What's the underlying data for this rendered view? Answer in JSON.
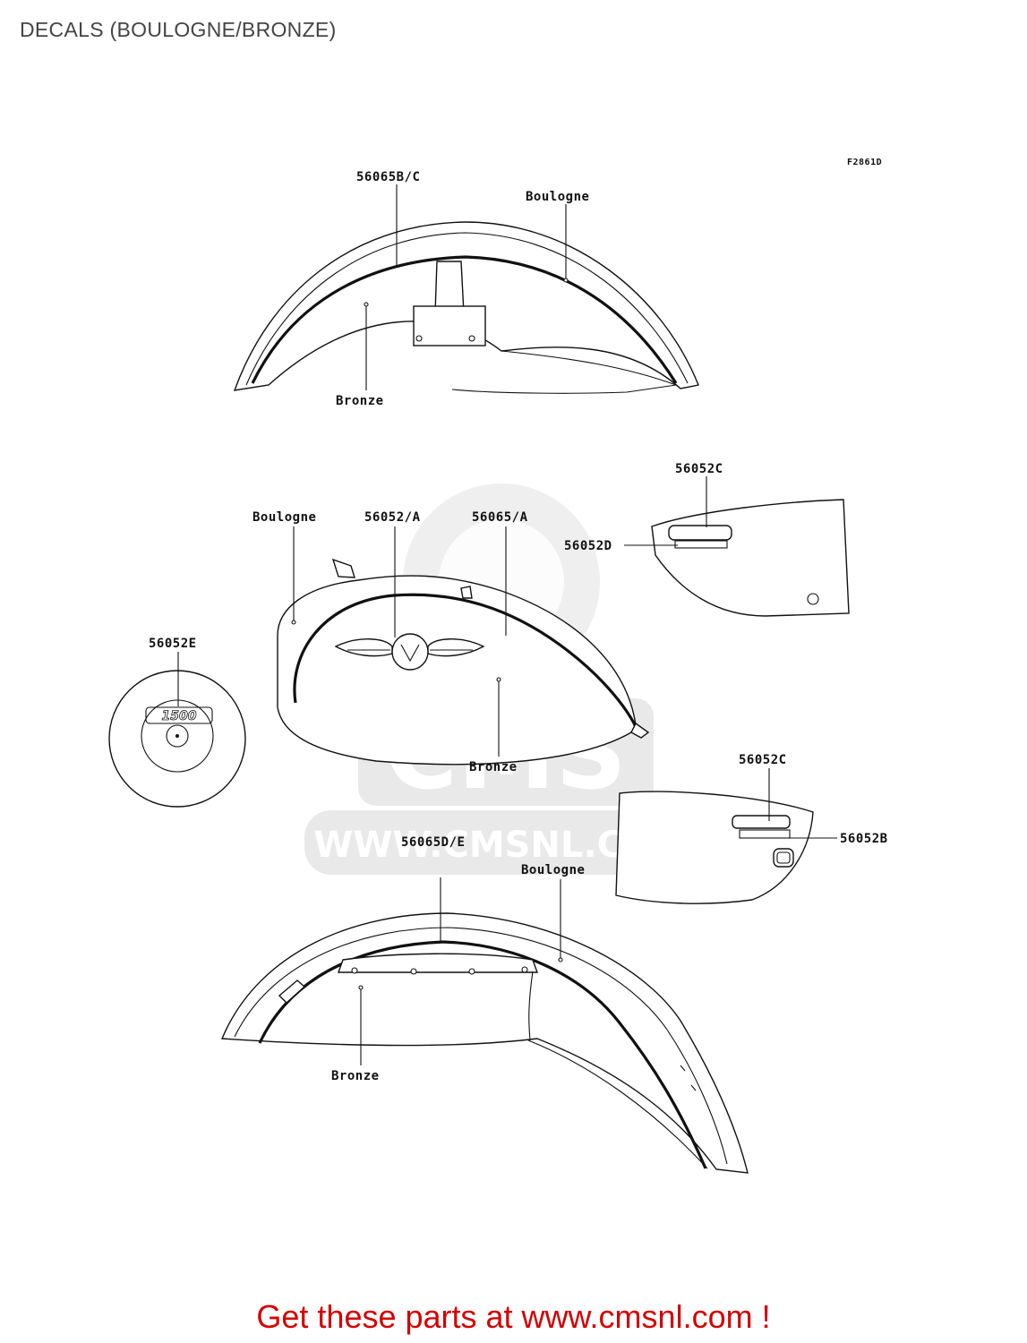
{
  "page": {
    "title": "DECALS (BOULOGNE/BRONZE)",
    "footer": "Get these parts at www.cmsnl.com !"
  },
  "diagram": {
    "figure_code": "F2861D",
    "front_fender": {
      "part": "56065B/C",
      "upper_color": "Boulogne",
      "lower_color": "Bronze"
    },
    "fuel_tank": {
      "upper_color": "Boulogne",
      "emblem_part": "56052/A",
      "stripe_part": "56065/A",
      "lower_color": "Bronze"
    },
    "side_cover_left": {
      "upper_part": "56052C",
      "lower_part": "56052D"
    },
    "air_cleaner_cover": {
      "part": "56052E",
      "badge_text": "1500"
    },
    "side_cover_right": {
      "upper_part": "56052C",
      "lower_part": "56052B"
    },
    "rear_fender": {
      "part": "56065D/E",
      "upper_color": "Boulogne",
      "lower_color": "Bronze"
    }
  },
  "watermark": {
    "brand": "CMS",
    "url": "WWW.CMSNL.COM"
  }
}
